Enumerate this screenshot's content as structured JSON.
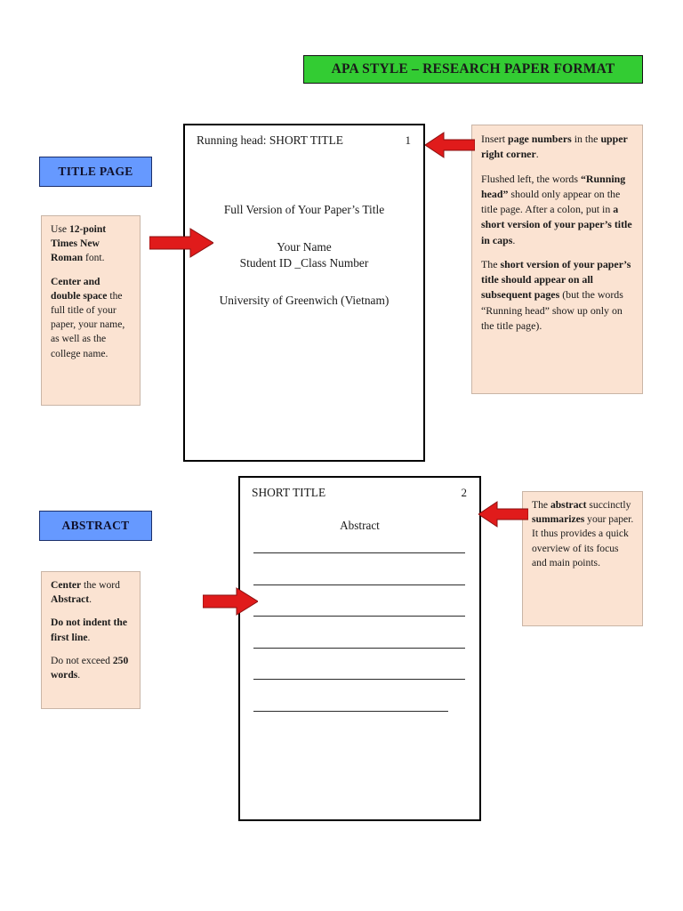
{
  "document": {
    "banner_title": "APA STYLE – RESEARCH PAPER FORMAT",
    "colors": {
      "banner_green": "#33CC33",
      "label_blue": "#6699FF",
      "note_peach": "#FBE3D2",
      "arrow_red": "#E01B1B",
      "page_border": "#000000"
    }
  },
  "sections": {
    "title_page": {
      "label": "TITLE PAGE",
      "page": {
        "running_head": "Running head: SHORT TITLE",
        "page_number": "1",
        "full_title": "Full Version of Your Paper’s Title",
        "author_name": "Your Name",
        "student_id_line": "Student ID _Class Number",
        "institution": "University of Greenwich (Vietnam)"
      },
      "note_left": {
        "paragraphs": [
          [
            {
              "text": "Use ",
              "bold": false
            },
            {
              "text": "12-point Times  New Roman",
              "bold": true
            },
            {
              "text": " font.",
              "bold": false
            }
          ],
          [
            {
              "text": "Center and double space",
              "bold": true
            },
            {
              "text": " the full title of your paper, your name, as well as the college name.",
              "bold": false
            }
          ]
        ]
      },
      "note_right": {
        "paragraphs": [
          [
            {
              "text": "Insert ",
              "bold": false
            },
            {
              "text": "page numbers",
              "bold": true
            },
            {
              "text": " in the ",
              "bold": false
            },
            {
              "text": "upper right corner",
              "bold": true
            },
            {
              "text": ".",
              "bold": false
            }
          ],
          [
            {
              "text": "Flushed left, the words ",
              "bold": false
            },
            {
              "text": "“Running head”",
              "bold": true
            },
            {
              "text": " should only appear on the title page. After a colon, put in ",
              "bold": false
            },
            {
              "text": "a short version of your paper’s title in caps",
              "bold": true
            },
            {
              "text": ".",
              "bold": false
            }
          ],
          [
            {
              "text": "The ",
              "bold": false
            },
            {
              "text": "short version of your paper’s title should appear on all subsequent pages",
              "bold": true
            },
            {
              "text": " (but the words “Running head” show up only on the title page).",
              "bold": false
            }
          ]
        ]
      }
    },
    "abstract": {
      "label": "ABSTRACT",
      "page": {
        "running_head": "SHORT TITLE",
        "page_number": "2",
        "heading": "Abstract",
        "body_line_count": 6
      },
      "note_left": {
        "paragraphs": [
          [
            {
              "text": "Center",
              "bold": true
            },
            {
              "text": " the word ",
              "bold": false
            },
            {
              "text": "Abstract",
              "bold": true
            },
            {
              "text": ".",
              "bold": false
            }
          ],
          [
            {
              "text": "Do not indent the first line",
              "bold": true
            },
            {
              "text": ".",
              "bold": false
            }
          ],
          [
            {
              "text": "Do not exceed ",
              "bold": false
            },
            {
              "text": "250 words",
              "bold": true
            },
            {
              "text": ".",
              "bold": false
            }
          ]
        ]
      },
      "note_right": {
        "paragraphs": [
          [
            {
              "text": "The ",
              "bold": false
            },
            {
              "text": "abstract",
              "bold": true
            },
            {
              "text": " succinctly ",
              "bold": false
            },
            {
              "text": "summarizes",
              "bold": true
            },
            {
              "text": " your paper. It thus provides a quick overview of its focus and main points.",
              "bold": false
            }
          ]
        ]
      }
    }
  }
}
